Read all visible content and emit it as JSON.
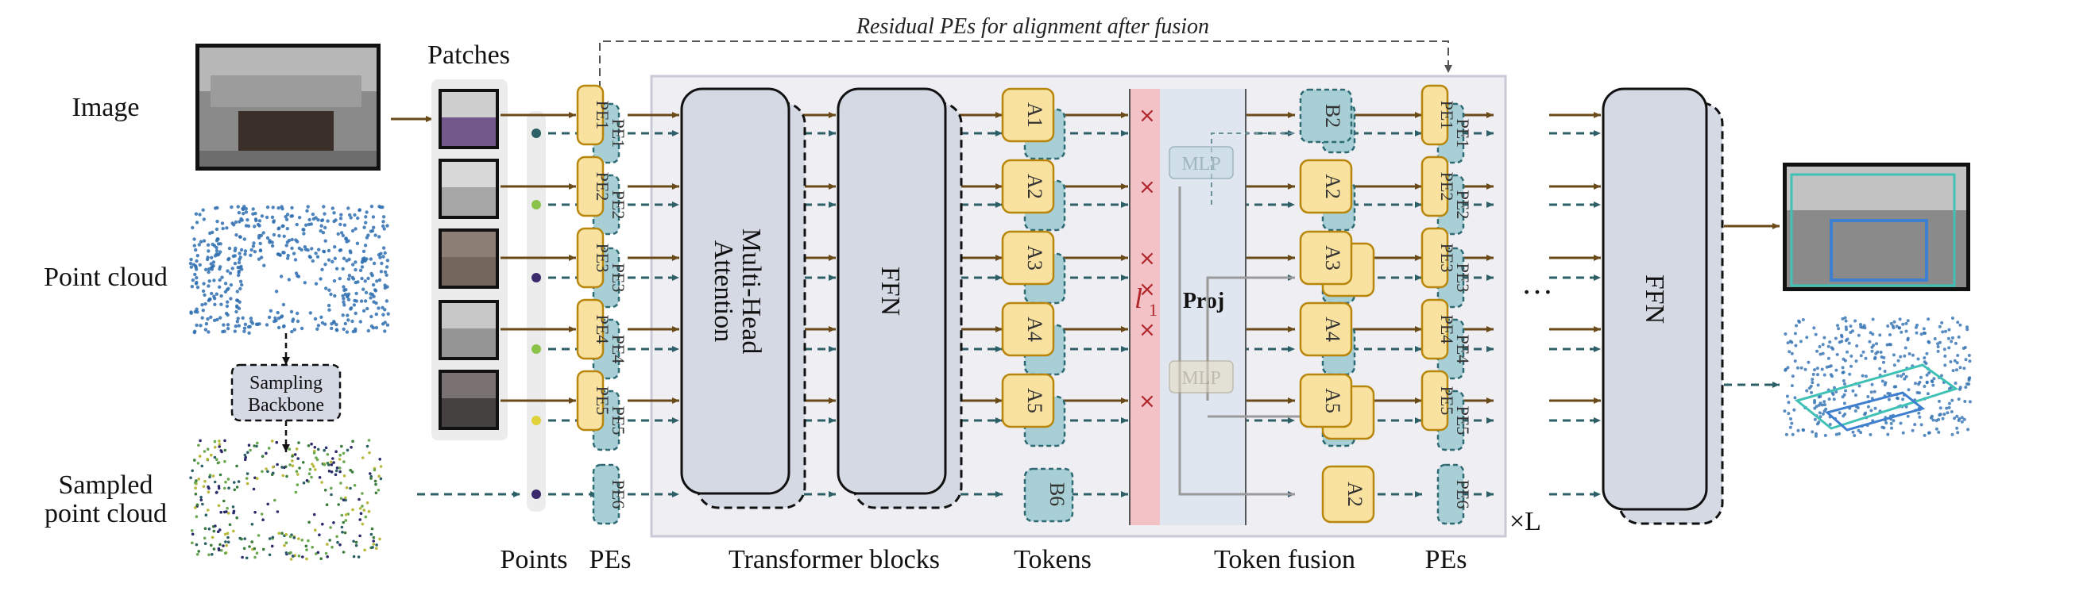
{
  "title_arc": "Residual PEs for alignment after fusion",
  "left": {
    "image_label": "Image",
    "pointcloud_label": "Point cloud",
    "sampled_label_1": "Sampled",
    "sampled_label_2": "point cloud",
    "sampling_1": "Sampling",
    "sampling_2": "Backbone"
  },
  "patches_label": "Patches",
  "pe_labels": [
    "PE1",
    "PE2",
    "PE3",
    "PE4",
    "PE5",
    "PE6"
  ],
  "a_tokens": [
    "A1",
    "A2",
    "A3",
    "A4",
    "A5"
  ],
  "b_tokens": [
    "B6",
    "B2"
  ],
  "a2_extra": "A2",
  "mha_1": "Multi-Head",
  "mha_2": "Attention",
  "ffn": "FFN",
  "mlp": "MLP",
  "proj": "Proj",
  "loss_label": "l",
  "loss_sub": "1",
  "ellipsis": "…",
  "times_l": "×L",
  "bottom": {
    "points": "Points",
    "pes": "PEs",
    "transformer_blocks": "Transformer blocks",
    "tokens": "Tokens",
    "token_fusion": "Token fusion",
    "pes2": "PEs"
  },
  "colors": {
    "pe_fill": "#f9e1a0",
    "pe_stroke": "#b8860b",
    "b_fill": "#a9cfd6",
    "b_stroke": "#2d6a73",
    "block_fill": "#d4d9e4",
    "arrow_brown": "#6b4a1a",
    "dash_teal": "#2d5f66",
    "loss_red": "#f2b6bb",
    "proj_blue": "#dfe6f0"
  }
}
